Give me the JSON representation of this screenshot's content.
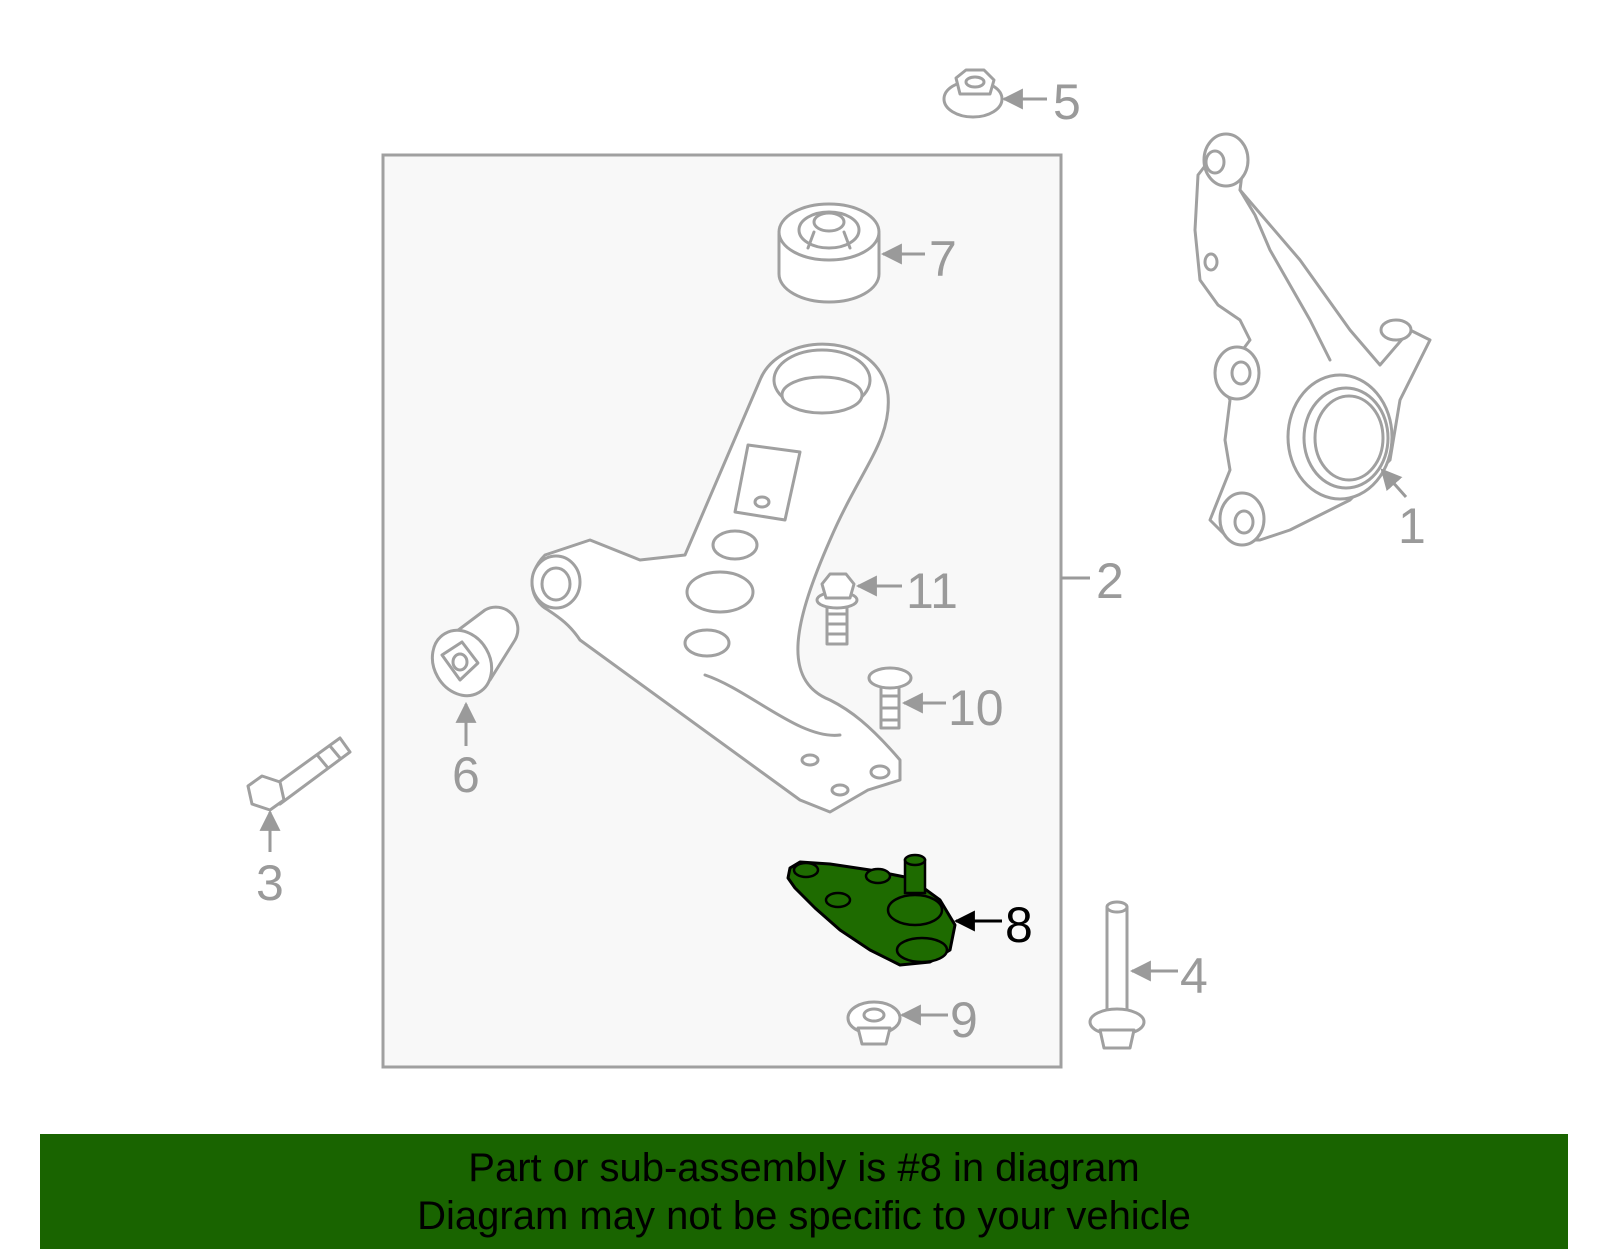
{
  "colors": {
    "highlight": "#1e6b00",
    "banner": "#196400",
    "line": "#a0a0a0",
    "label": "#9a9a9a"
  },
  "callouts": {
    "c1": "1",
    "c2": "2",
    "c3": "3",
    "c4": "4",
    "c5": "5",
    "c6": "6",
    "c7": "7",
    "c8": "8",
    "c9": "9",
    "c10": "10",
    "c11": "11"
  },
  "selected_part": "8",
  "banner": {
    "line1": "Part or sub-assembly is #8 in diagram",
    "line2": "Diagram may not be specific to your vehicle"
  }
}
